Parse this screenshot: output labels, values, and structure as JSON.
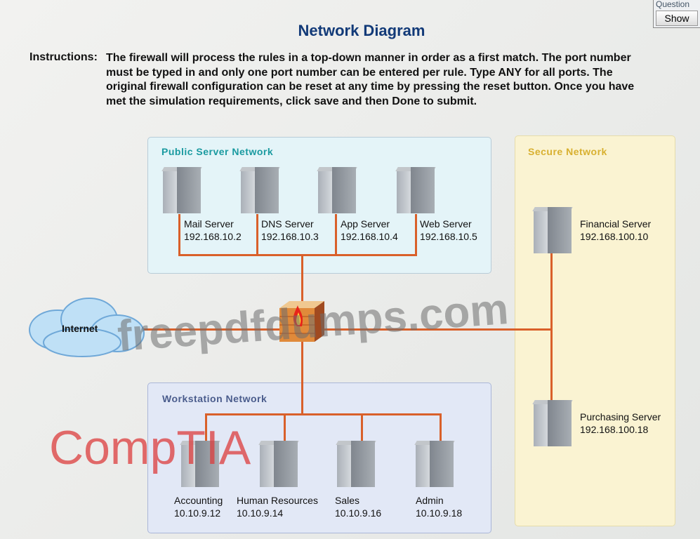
{
  "title": "Network Diagram",
  "instructions": {
    "label": "Instructions:",
    "text": "The firewall will process the rules in a top-down manner in order as a first match. The port number must be typed in and only one port number can be entered per rule. Type ANY for all ports. The original firewall configuration can be reset at any time by pressing the reset button. Once you have met the simulation requirements, click save and then Done to submit."
  },
  "question": {
    "label": "Question",
    "show": "Show"
  },
  "public_network": {
    "title": "Public Server Network",
    "servers": [
      {
        "name": "Mail Server",
        "ip": "192.168.10.2"
      },
      {
        "name": "DNS Server",
        "ip": "192.168.10.3"
      },
      {
        "name": "App Server",
        "ip": "192.168.10.4"
      },
      {
        "name": "Web Server",
        "ip": "192.168.10.5"
      }
    ]
  },
  "secure_network": {
    "title": "Secure Network",
    "servers": [
      {
        "name": "Financial Server",
        "ip": "192.168.100.10"
      },
      {
        "name": "Purchasing Server",
        "ip": "192.168.100.18"
      }
    ]
  },
  "workstation_network": {
    "title": "Workstation Network",
    "hosts": [
      {
        "name": "Accounting",
        "ip": "10.10.9.12"
      },
      {
        "name": "Human Resources",
        "ip": "10.10.9.14"
      },
      {
        "name": "Sales",
        "ip": "10.10.9.16"
      },
      {
        "name": "Admin",
        "ip": "10.10.9.18"
      }
    ]
  },
  "internet": "Internet",
  "watermarks": [
    "freepdfdumps.com",
    "CompTIA"
  ],
  "colors": {
    "link": "#d9602a",
    "title": "#123a78",
    "public": "#1a9aa0",
    "secure": "#d8b030",
    "workstation": "#4a5c8c"
  }
}
